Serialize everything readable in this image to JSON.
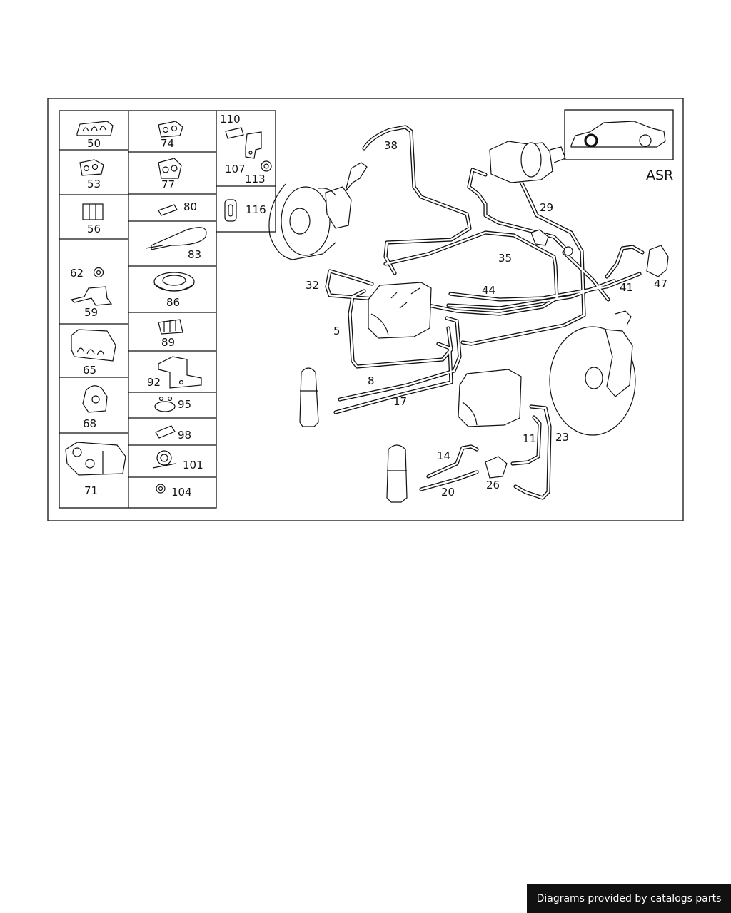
{
  "diagram": {
    "labels": {
      "p50": "50",
      "p74": "74",
      "p110": "110",
      "p107": "107",
      "p113": "113",
      "p53": "53",
      "p77": "77",
      "p80": "80",
      "p116": "116",
      "p56": "56",
      "p83": "83",
      "p62": "62",
      "p59": "59",
      "p86": "86",
      "p89": "89",
      "p65": "65",
      "p92": "92",
      "p68": "68",
      "p95": "95",
      "p98": "98",
      "p71": "71",
      "p101": "101",
      "p104": "104",
      "p38": "38",
      "p29": "29",
      "p35": "35",
      "p32": "32",
      "p44": "44",
      "p41": "41",
      "p47": "47",
      "p5": "5",
      "p8": "8",
      "p17": "17",
      "p11": "11",
      "p23": "23",
      "p14": "14",
      "p26": "26",
      "p20": "20"
    },
    "asr": "ASR"
  },
  "footer": {
    "text": "Diagrams provided by catalogs parts"
  }
}
